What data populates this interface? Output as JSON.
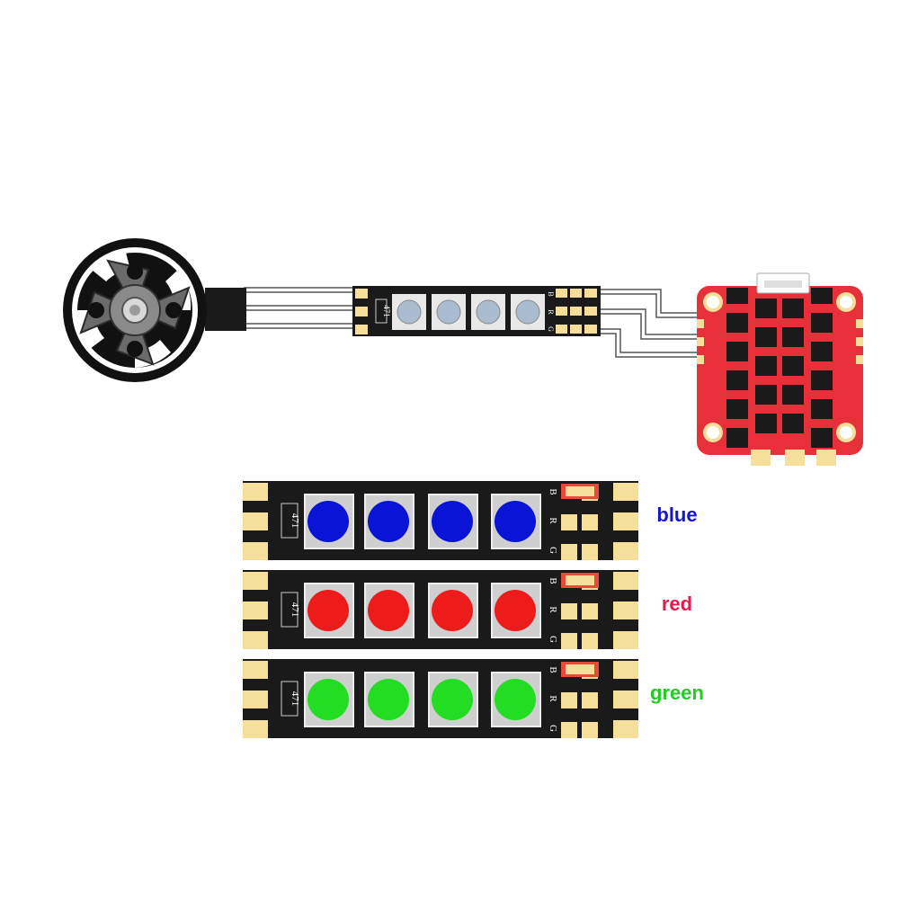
{
  "top_strip": {
    "resistor_code": "471",
    "pad_labels": [
      "B",
      "R",
      "G"
    ]
  },
  "strips": [
    {
      "label": "blue",
      "resistor_code": "471",
      "pad_labels": [
        "B",
        "R",
        "G"
      ],
      "led_color": "#0a14d6",
      "label_color": "#1414d2"
    },
    {
      "label": "red",
      "resistor_code": "471",
      "pad_labels": [
        "B",
        "R",
        "G"
      ],
      "led_color": "#ee1b1b",
      "label_color": "#e6194b"
    },
    {
      "label": "green",
      "resistor_code": "471",
      "pad_labels": [
        "B",
        "R",
        "G"
      ],
      "led_color": "#22dd22",
      "label_color": "#22cc22"
    }
  ],
  "colors": {
    "pcb_black": "#1a1a1a",
    "pad_gold": "#f5df9a",
    "esc_red": "#e8303a",
    "wire_gray": "#444444"
  }
}
